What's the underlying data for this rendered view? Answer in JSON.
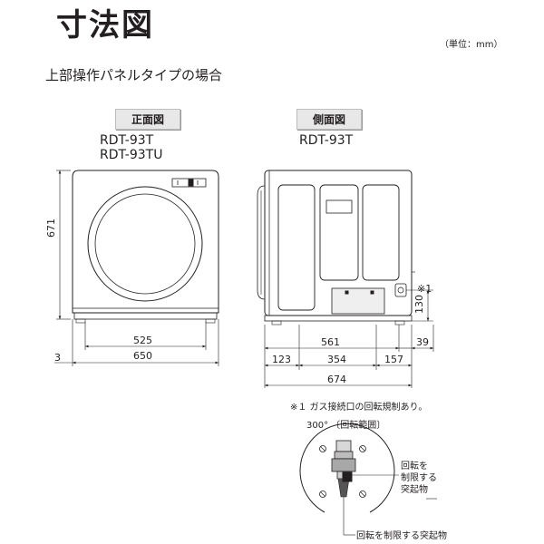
{
  "title": "寸法図",
  "unit_note": "（単位：mm）",
  "subtitle": "上部操作パネルタイプの場合",
  "front": {
    "label": "正面図",
    "models": [
      "RDT-93T",
      "RDT-93TU"
    ],
    "dims": {
      "height": "671",
      "inner_width": "525",
      "width": "650",
      "offset": "3"
    }
  },
  "side": {
    "label": "側面図",
    "model": "RDT-93T",
    "mark": "※1",
    "dims": {
      "gas_height": "130",
      "base": "561",
      "rear": "39",
      "left": "123",
      "mid": "354",
      "right": "157",
      "depth": "674"
    }
  },
  "gas_note": {
    "text": "※１ ガス接続口の回転規制あり。",
    "range": "300° 〔回転範囲〕",
    "label_right": "回転を\n制限する\n突起物",
    "label_bottom": "回転を制限する突起物"
  }
}
